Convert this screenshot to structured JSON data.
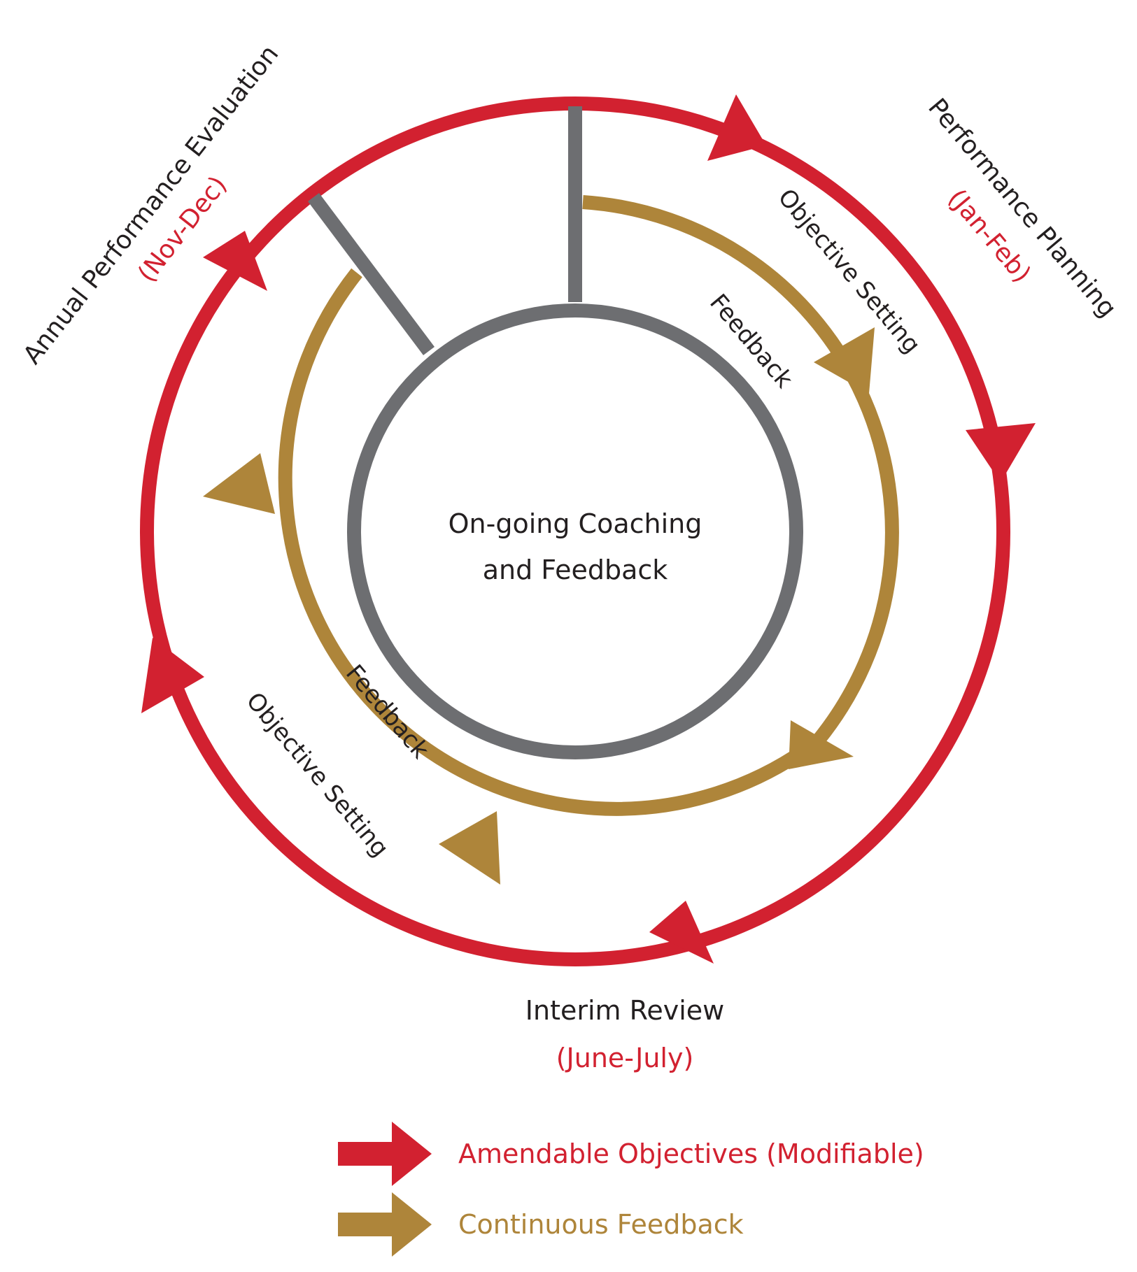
{
  "colors": {
    "amendable": "#D22130",
    "continuous": "#AE853A",
    "core": "#6D6E71",
    "text": "#231F20",
    "background": "#FFFFFF"
  },
  "center": {
    "line1": "On-going Coaching",
    "line2": "and Feedback"
  },
  "phases": {
    "annual": {
      "title": "Annual Performance Evaluation",
      "period": "(Nov-Dec)"
    },
    "planning": {
      "title": "Performance Planning",
      "period": "(Jan-Feb)"
    },
    "interim": {
      "title": "Interim Review",
      "period": "(June-July)"
    }
  },
  "inner_labels": {
    "objective_top": "Objective Setting",
    "feedback_top": "Feedback",
    "feedback_bottom": "Feedback",
    "objective_bottom": "Objective Setting"
  },
  "legend": {
    "amendable": "Amendable Objectives (Modifiable)",
    "continuous": "Continuous Feedback"
  }
}
